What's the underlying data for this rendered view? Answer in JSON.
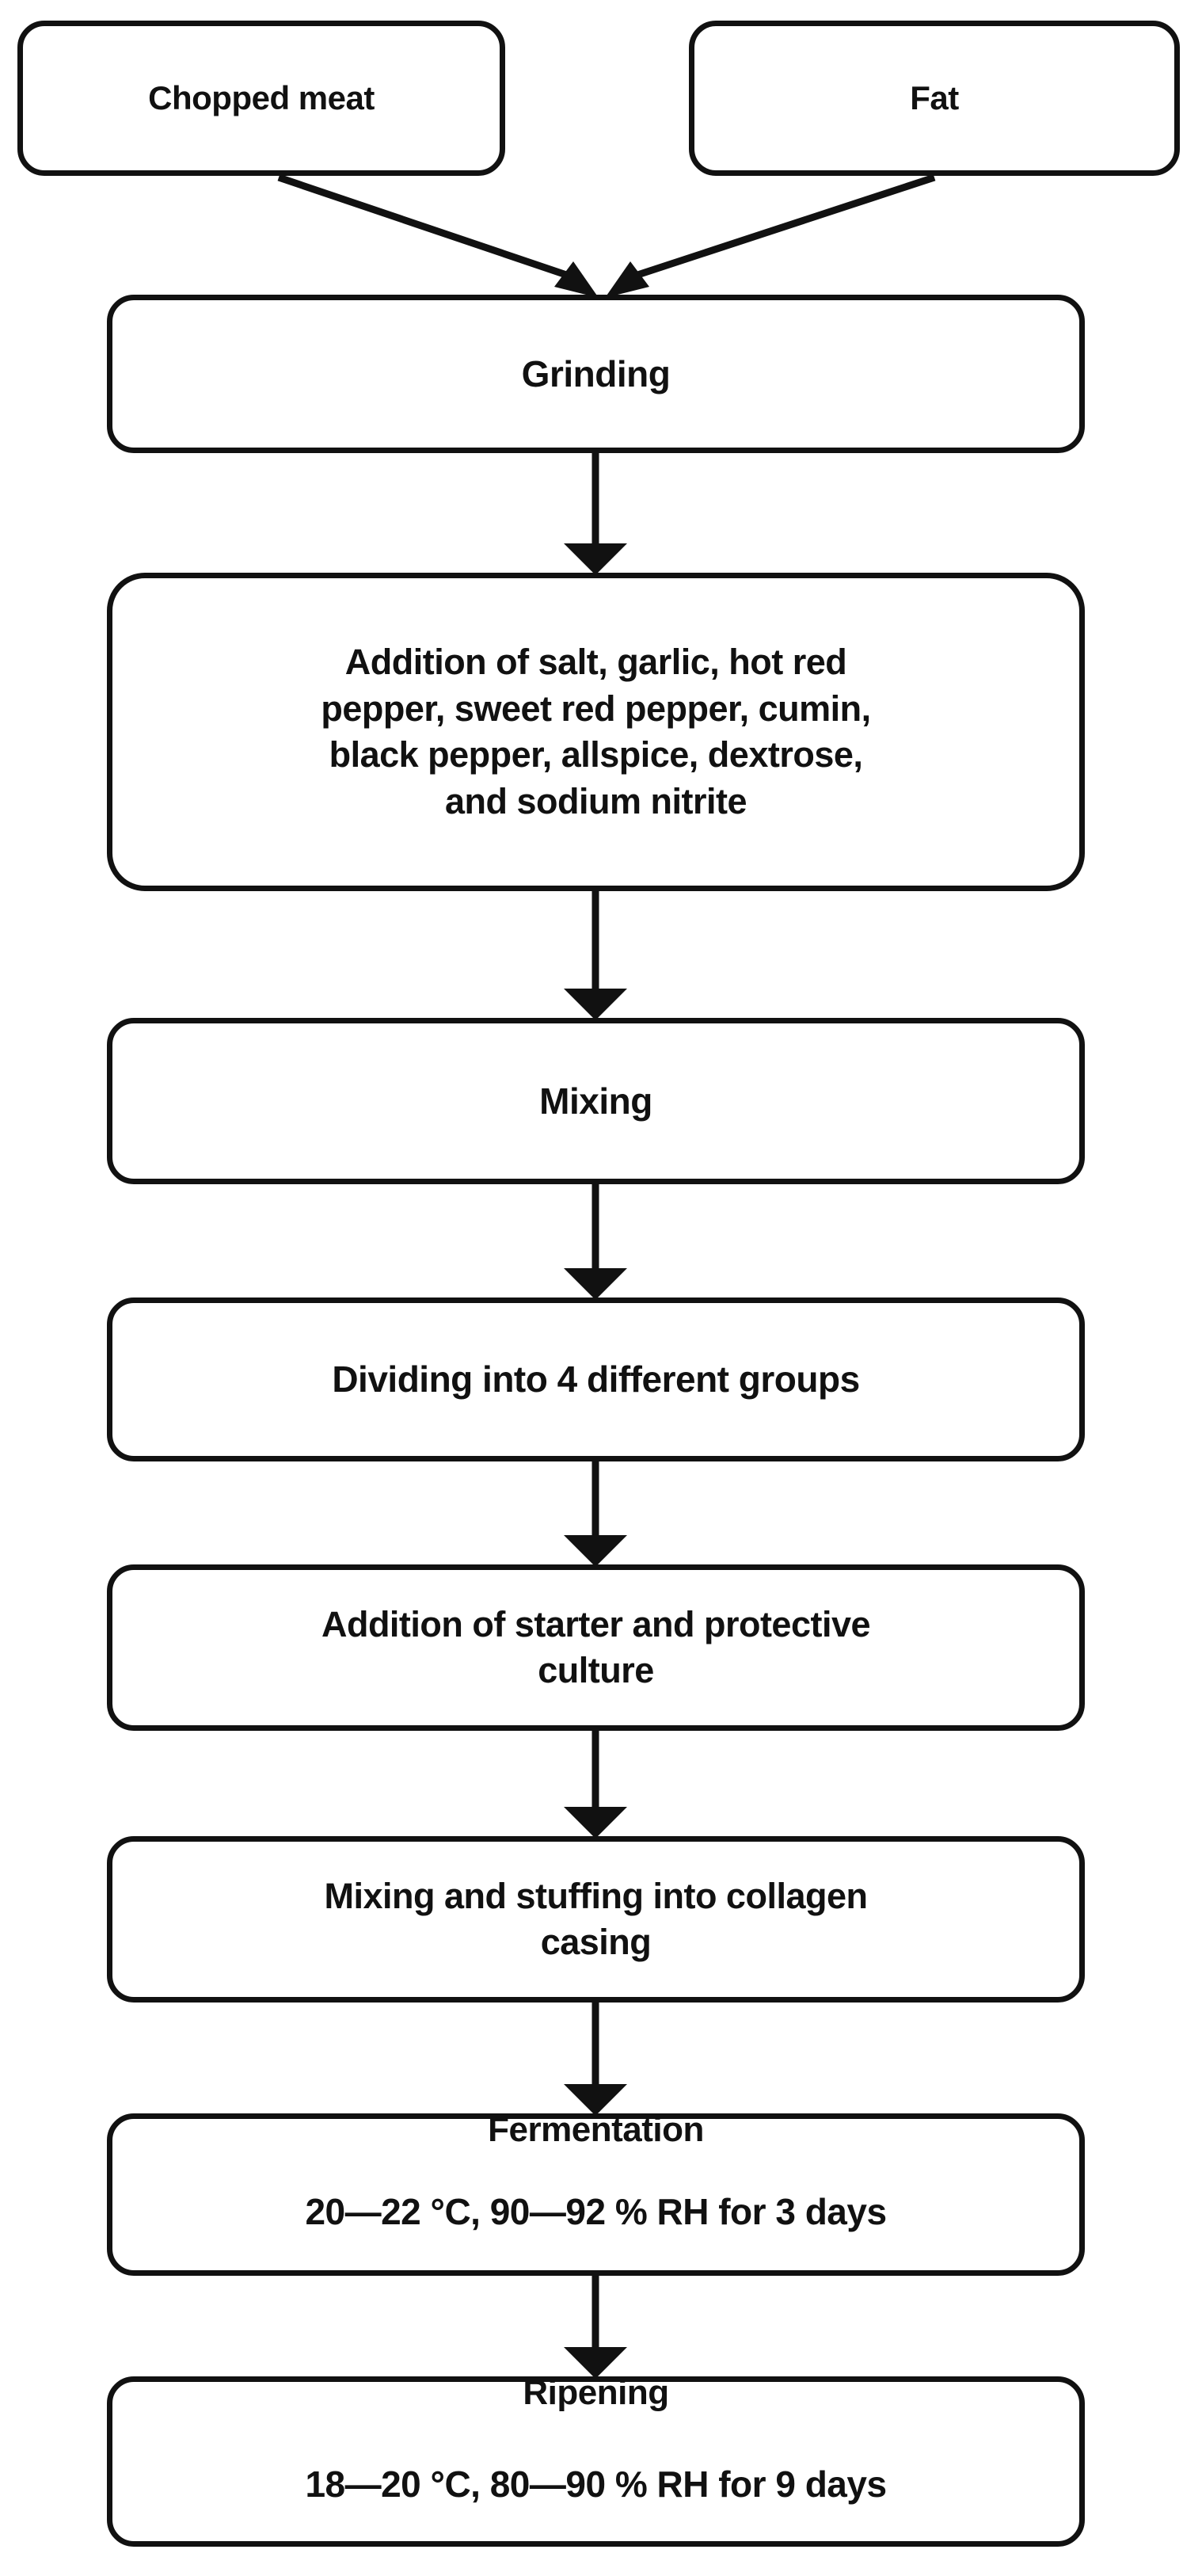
{
  "diagram": {
    "title": "Sucuk (fermented sausage) production flow chart",
    "type": "process-flowchart",
    "orientation": "top-to-bottom",
    "colors": {
      "stroke": "#111111",
      "fill": "#ffffff",
      "text": "#111111"
    },
    "nodes": [
      {
        "id": "chopped-meat",
        "label": "Chopped meat",
        "shape": "rounded-rectangle",
        "role": "input"
      },
      {
        "id": "fat",
        "label": "Fat",
        "shape": "rounded-rectangle",
        "role": "input"
      },
      {
        "id": "grinding",
        "label": "Grinding",
        "shape": "rounded-rectangle",
        "role": "process"
      },
      {
        "id": "additives",
        "shape": "rounded-rectangle",
        "role": "process",
        "lines": [
          "Addition of salt, garlic, hot red",
          "pepper, sweet red pepper, cumin,",
          "black pepper, allspice, dextrose,",
          "and sodium nitrite"
        ]
      },
      {
        "id": "mixing",
        "label": "Mixing",
        "shape": "rounded-rectangle",
        "role": "process"
      },
      {
        "id": "dividing",
        "label": "Dividing into 4 different groups",
        "shape": "rounded-rectangle",
        "role": "process"
      },
      {
        "id": "starter",
        "shape": "rounded-rectangle",
        "role": "process",
        "lines": [
          "Addition of starter and protective",
          "culture"
        ]
      },
      {
        "id": "stuffing",
        "shape": "rounded-rectangle",
        "role": "process",
        "lines": [
          "Mixing and stuffing into collagen",
          "casing"
        ]
      },
      {
        "id": "fermentation",
        "heading": "Fermentation",
        "detail": "20—22 °C, 90—92 % RH for 3 days",
        "shape": "rounded-rectangle",
        "role": "process",
        "parameters": {
          "temperature_c": "20—22",
          "relative_humidity_percent": "90—92",
          "duration_days": "3"
        }
      },
      {
        "id": "ripening",
        "heading": "Ripening",
        "detail": "18—20 °C, 80—90 % RH for 9 days",
        "shape": "rounded-rectangle",
        "role": "process",
        "parameters": {
          "temperature_c": "18—20",
          "relative_humidity_percent": "80—90",
          "duration_days": "9"
        }
      }
    ],
    "edges": [
      {
        "from": "chopped-meat",
        "to": "grinding",
        "style": "diagonal-arrow"
      },
      {
        "from": "fat",
        "to": "grinding",
        "style": "diagonal-arrow"
      },
      {
        "from": "grinding",
        "to": "additives",
        "style": "vertical-arrow"
      },
      {
        "from": "additives",
        "to": "mixing",
        "style": "vertical-arrow"
      },
      {
        "from": "mixing",
        "to": "dividing",
        "style": "vertical-arrow"
      },
      {
        "from": "dividing",
        "to": "starter",
        "style": "vertical-arrow"
      },
      {
        "from": "starter",
        "to": "stuffing",
        "style": "vertical-arrow"
      },
      {
        "from": "stuffing",
        "to": "fermentation",
        "style": "vertical-arrow"
      },
      {
        "from": "fermentation",
        "to": "ripening",
        "style": "vertical-arrow"
      }
    ]
  }
}
